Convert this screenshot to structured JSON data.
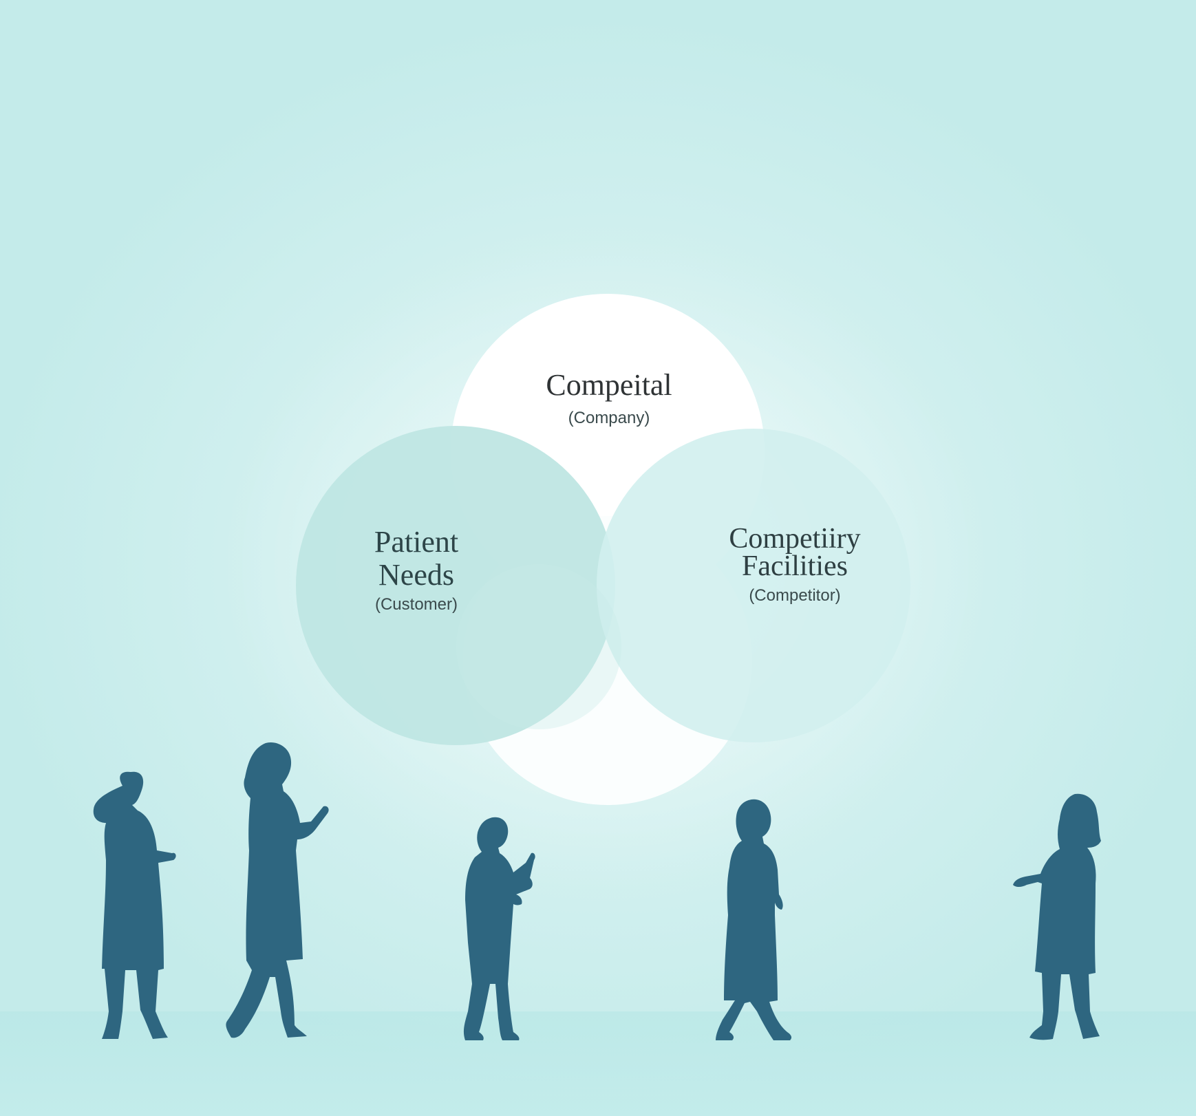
{
  "diagram": {
    "colors": {
      "background": "#d4f1f0",
      "circle_company": "#ffffff",
      "circle_customer": "#bfe6e3",
      "circle_competitor": "#d9f2f1",
      "silhouette": "#2e6680"
    },
    "circles": [
      {
        "id": "company",
        "title": "Compeital",
        "subtitle": "(Company)"
      },
      {
        "id": "customer",
        "title": "Patient\nNeeds",
        "subtitle": "(Customer)"
      },
      {
        "id": "competitor",
        "title": "Competiiry\nFacilities",
        "subtitle": "(Competitor)"
      }
    ],
    "figures": [
      {
        "name": "person-woman-gesturing"
      },
      {
        "name": "person-woman-with-phone"
      },
      {
        "name": "person-man-with-tablet"
      },
      {
        "name": "person-woman-walking"
      },
      {
        "name": "person-woman-gesturing-right"
      }
    ]
  }
}
